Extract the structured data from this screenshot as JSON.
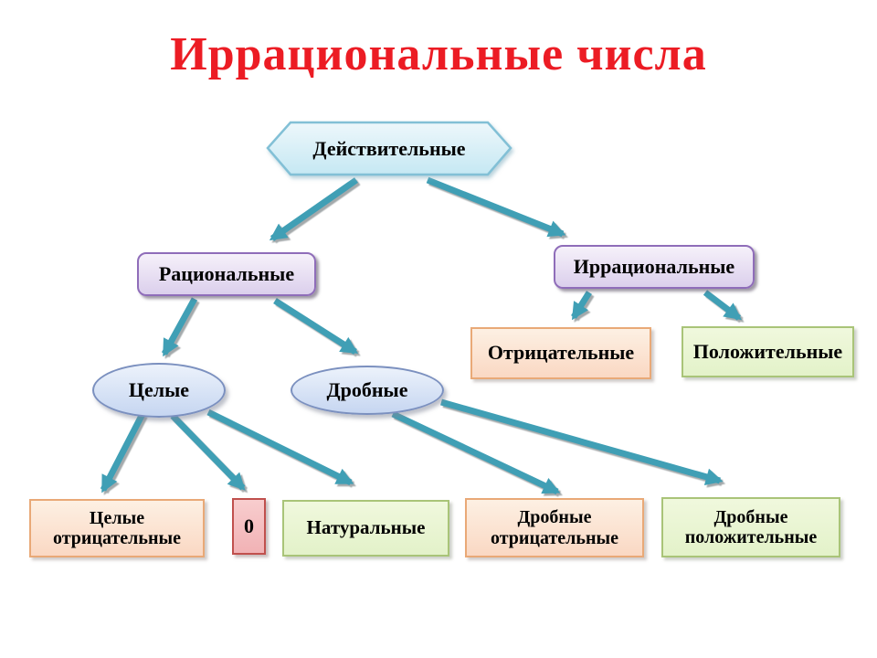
{
  "title": "Иррациональные числа",
  "diagram": {
    "real": {
      "label": "Действительные"
    },
    "rational": {
      "label": "Рациональные"
    },
    "irrational": {
      "label": "Иррациональные"
    },
    "negative": {
      "label": "Отрицательные"
    },
    "positive": {
      "label": "Положительные"
    },
    "integers": {
      "label": "Целые"
    },
    "fractions": {
      "label": "Дробные"
    },
    "integers_negative": {
      "line1": "Целые",
      "line2": "отрицательные"
    },
    "zero": {
      "label": "0"
    },
    "naturals": {
      "label": "Натуральные"
    },
    "fractions_negative": {
      "line1": "Дробные",
      "line2": "отрицательные"
    },
    "fractions_positive": {
      "line1": "Дробные",
      "line2": "положительные"
    }
  },
  "edges": [
    {
      "from": "Действительные",
      "to": "Рациональные"
    },
    {
      "from": "Действительные",
      "to": "Иррациональные"
    },
    {
      "from": "Иррациональные",
      "to": "Отрицательные"
    },
    {
      "from": "Иррациональные",
      "to": "Положительные"
    },
    {
      "from": "Рациональные",
      "to": "Целые"
    },
    {
      "from": "Рациональные",
      "to": "Дробные"
    },
    {
      "from": "Целые",
      "to": "Целые отрицательные"
    },
    {
      "from": "Целые",
      "to": "0"
    },
    {
      "from": "Целые",
      "to": "Натуральные"
    },
    {
      "from": "Дробные",
      "to": "Дробные отрицательные"
    },
    {
      "from": "Дробные",
      "to": "Дробные положительные"
    }
  ],
  "colors": {
    "title": "#ec1c24",
    "arrow": "#3f9fb5",
    "hexagon_fill_top": "#edf7fb",
    "hexagon_fill_bottom": "#c5e8f3",
    "hexagon_border": "#82c0d6",
    "purple_fill": "#dbcfec",
    "purple_border": "#8f6db9",
    "peach_fill": "#fad8c3",
    "peach_border": "#e9a977",
    "green_fill": "#e3f2c9",
    "green_border": "#a9c478",
    "pink_fill": "#f1b2b5",
    "pink_border": "#c0504d",
    "ellipse_fill": "#c6d6f1",
    "ellipse_border": "#7b90bf"
  }
}
